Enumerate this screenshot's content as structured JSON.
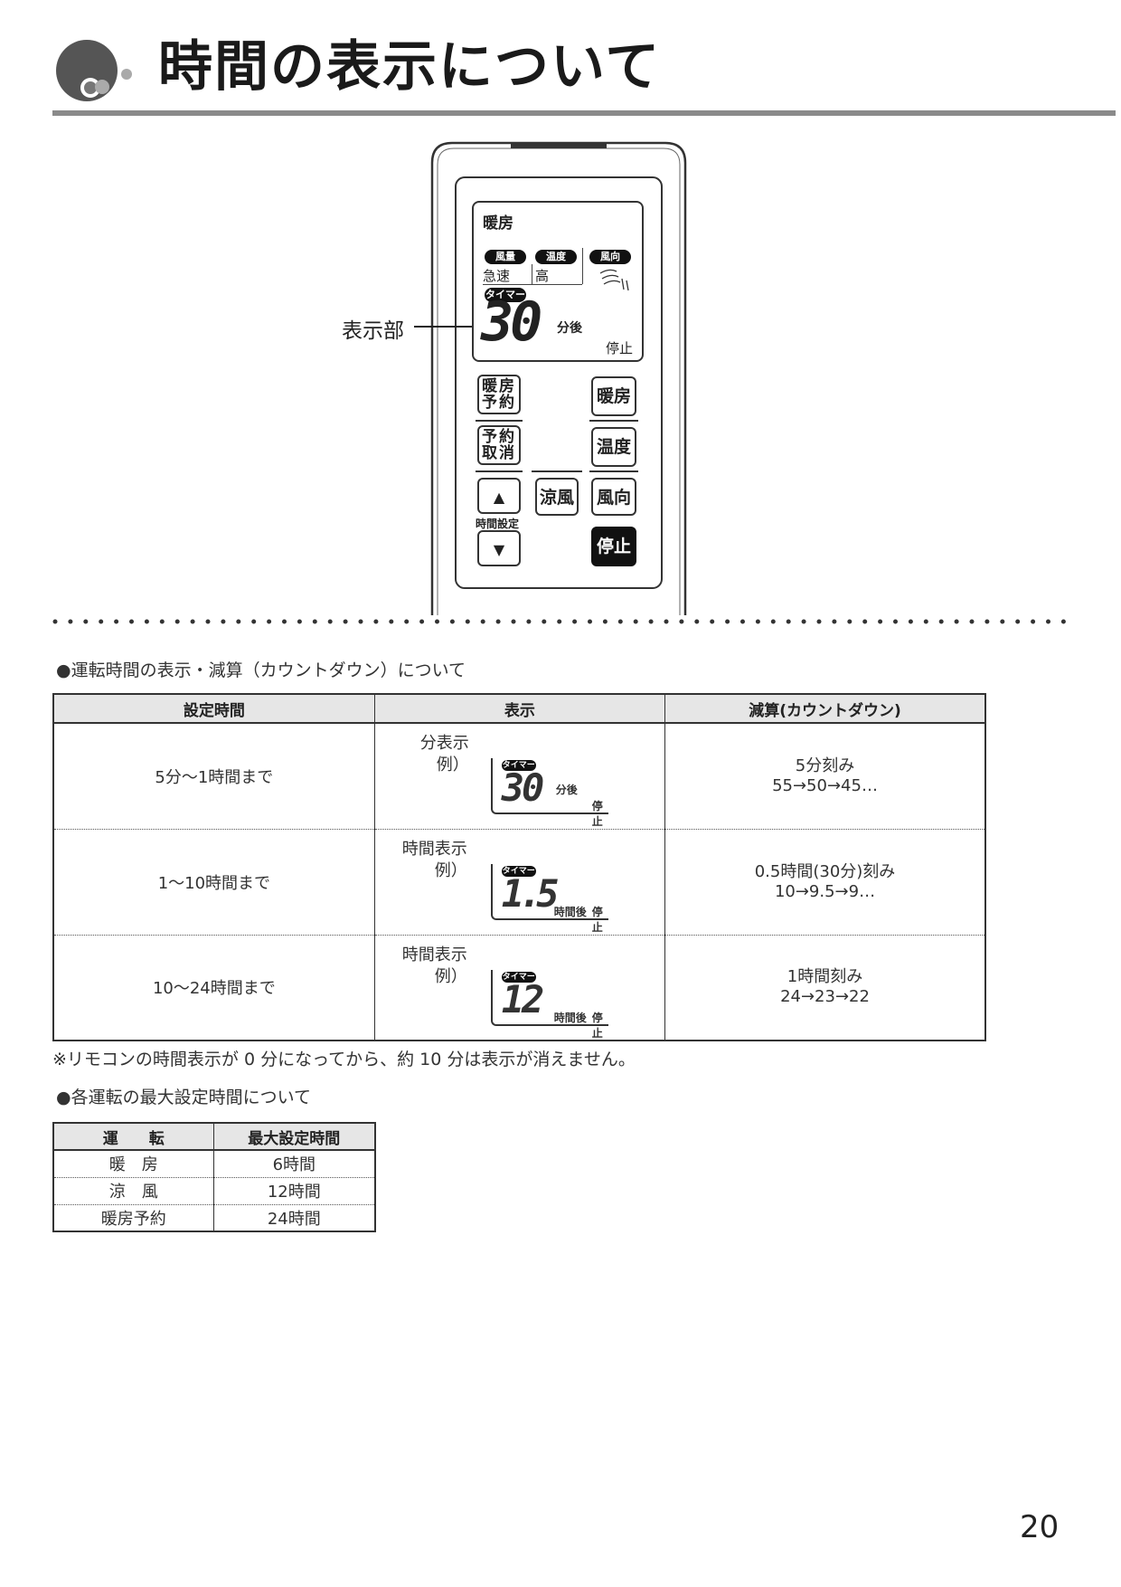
{
  "header": {
    "title": "時間の表示について"
  },
  "remote": {
    "callout": "表示部",
    "lcd": {
      "mode": "暖房",
      "labels": [
        "風量",
        "温度",
        "風向"
      ],
      "values": [
        "急速",
        "高"
      ],
      "timer_pill": "タイマー",
      "digits": "30",
      "unit": "分後",
      "stop": "停止"
    },
    "buttons": {
      "heat_reserve": "暖房予約",
      "heat_reserve_l1": "暖房",
      "heat_reserve_l2": "予約",
      "heat": "暖房",
      "cancel_l1": "予約",
      "cancel_l2": "取消",
      "temp": "温度",
      "up": "▲",
      "time_set": "時間設定",
      "down": "▼",
      "cool": "涼風",
      "direction": "風向",
      "stop": "停止"
    }
  },
  "section1": {
    "heading": "●運転時間の表示・減算（カウントダウン）について"
  },
  "table1": {
    "headers": [
      "設定時間",
      "表示",
      "減算(カウントダウン)"
    ],
    "rows": [
      {
        "range": "5分～1時間まで",
        "ex_label1": "分表示",
        "ex_label2": "例）",
        "pill": "タイマー",
        "digits": "30",
        "unit": "分後",
        "stop": "停止",
        "cd1": "5分刻み",
        "cd2": "55→50→45…"
      },
      {
        "range": "1～10時間まで",
        "ex_label1": "時間表示",
        "ex_label2": "例）",
        "pill": "タイマー",
        "digits": "1.5",
        "unit": "時間後",
        "stop": "停止",
        "cd1": "0.5時間(30分)刻み",
        "cd2": "10→9.5→9…"
      },
      {
        "range": "10～24時間まで",
        "ex_label1": "時間表示",
        "ex_label2": "例）",
        "pill": "タイマー",
        "digits": "12",
        "unit": "時間後",
        "stop": "停止",
        "cd1": "1時間刻み",
        "cd2": "24→23→22"
      }
    ]
  },
  "note": "※リモコンの時間表示が 0 分になってから、約 10 分は表示が消えません。",
  "section2": {
    "heading": "●各運転の最大設定時間について"
  },
  "table2": {
    "headers": [
      "運　　転",
      "最大設定時間"
    ],
    "rows": [
      {
        "mode": "暖　房",
        "max": "6時間"
      },
      {
        "mode": "涼　風",
        "max": "12時間"
      },
      {
        "mode": "暖房予約",
        "max": "24時間"
      }
    ]
  },
  "page_number": "20"
}
